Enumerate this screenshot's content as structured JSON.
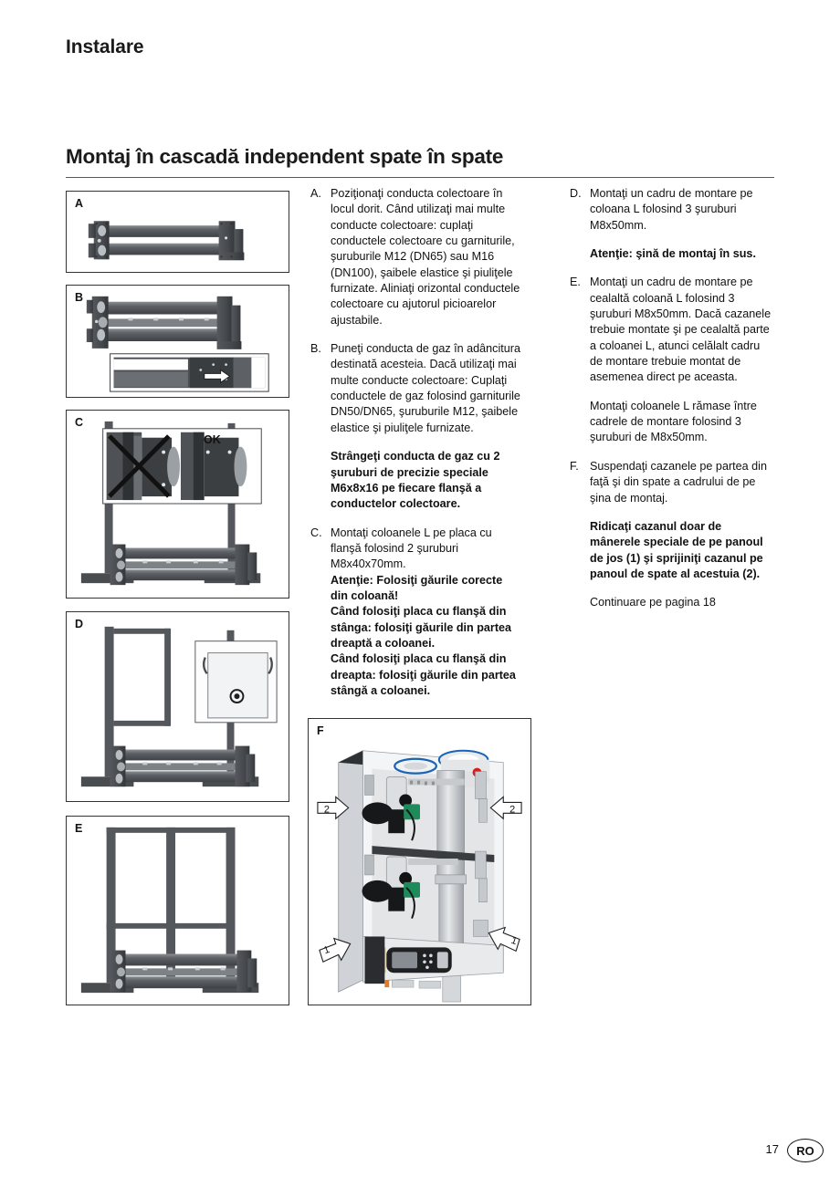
{
  "document": {
    "running_head": "Instalare",
    "section_title": "Montaj în cascadă independent spate în spate",
    "page_number": "17",
    "locale_code": "RO"
  },
  "steps_middle": [
    {
      "letter": "A.",
      "text": "Poziţionaţi conducta colectoare în locul dorit. Când utilizaţi mai multe conducte colectoare: cuplaţi conductele colectoare cu garniturile, şuruburile M12 (DN65) sau M16 (DN100), şaibele elastice şi piuliţele furnizate. Aliniaţi orizontal conductele colectoare cu ajutorul picioarelor ajustabile."
    },
    {
      "letter": "B.",
      "text": "Puneţi conducta de gaz în adâncitura destinată acesteia. Dacă utilizaţi mai multe conducte colectoare: Cuplaţi conductele de gaz folosind garniturile DN50/DN65, şuruburile M12, şaibele elastice şi piuliţele furnizate."
    }
  ],
  "note_gas_pipe": "Strângeţi conducta de gaz cu 2 şuruburi de precizie speciale M6x8x16 pe fiecare flanşă a conductelor colectoare.",
  "step_c": {
    "letter": "C.",
    "text": "Montaţi coloanele L pe placa cu flanşă folosind 2 şuruburi M8x40x70mm.",
    "warning_1": "Atenţie: Folosiţi găurile corecte din coloană!",
    "warning_2": "Când folosiţi placa cu flanşă din stânga: folosiţi găurile din partea dreaptă a coloanei.",
    "warning_3": "Când folosiţi placa cu flanşă din dreapta: folosiţi găurile din partea stângă a coloanei."
  },
  "step_d": {
    "letter": "D.",
    "text": "Montaţi un cadru de montare pe coloana L folosind 3 şuruburi M8x50mm.",
    "warning": "Atenţie: şină de montaj în sus."
  },
  "step_e": {
    "letter": "E.",
    "text": "Montaţi un cadru de montare pe cealaltă coloană L folosind 3 şuruburi M8x50mm. Dacă cazanele trebuie montate şi pe cealaltă parte a coloanei L, atunci celălalt cadru de montare trebuie montat de asemenea direct pe aceasta.",
    "text_2": "Montaţi coloanele L rămase între cadrele de montare folosind 3 şuruburi de M8x50mm."
  },
  "step_f": {
    "letter": "F.",
    "text": "Suspendaţi cazanele pe partea din faţă şi din spate a cadrului de pe şina de montaj.",
    "warning": "Ridicaţi cazanul doar de mânerele speciale de pe panoul de jos (1) şi sprijiniţi cazanul pe panoul de spate al acestuia (2).",
    "continuation": "Continuare pe pagina 18"
  },
  "figures": [
    {
      "id": "panel-a",
      "letter": "A",
      "caption": ""
    },
    {
      "id": "panel-b",
      "letter": "B",
      "caption": ""
    },
    {
      "id": "panel-c",
      "letter": "C",
      "caption": "",
      "ok_label": "OK"
    },
    {
      "id": "panel-d",
      "letter": "D",
      "caption": ""
    },
    {
      "id": "panel-e",
      "letter": "E",
      "caption": ""
    },
    {
      "id": "panel-f",
      "letter": "F",
      "caption": "",
      "callouts": [
        "2",
        "2",
        "1",
        "1"
      ]
    }
  ],
  "colors": {
    "metal_dark": "#4a4d50",
    "metal_mid": "#6e7276",
    "metal_light": "#9aa0a4",
    "accent_green": "#1f8a5a",
    "accent_blue": "#1b63b5",
    "accent_red": "#d02020",
    "rule": "#595959"
  }
}
